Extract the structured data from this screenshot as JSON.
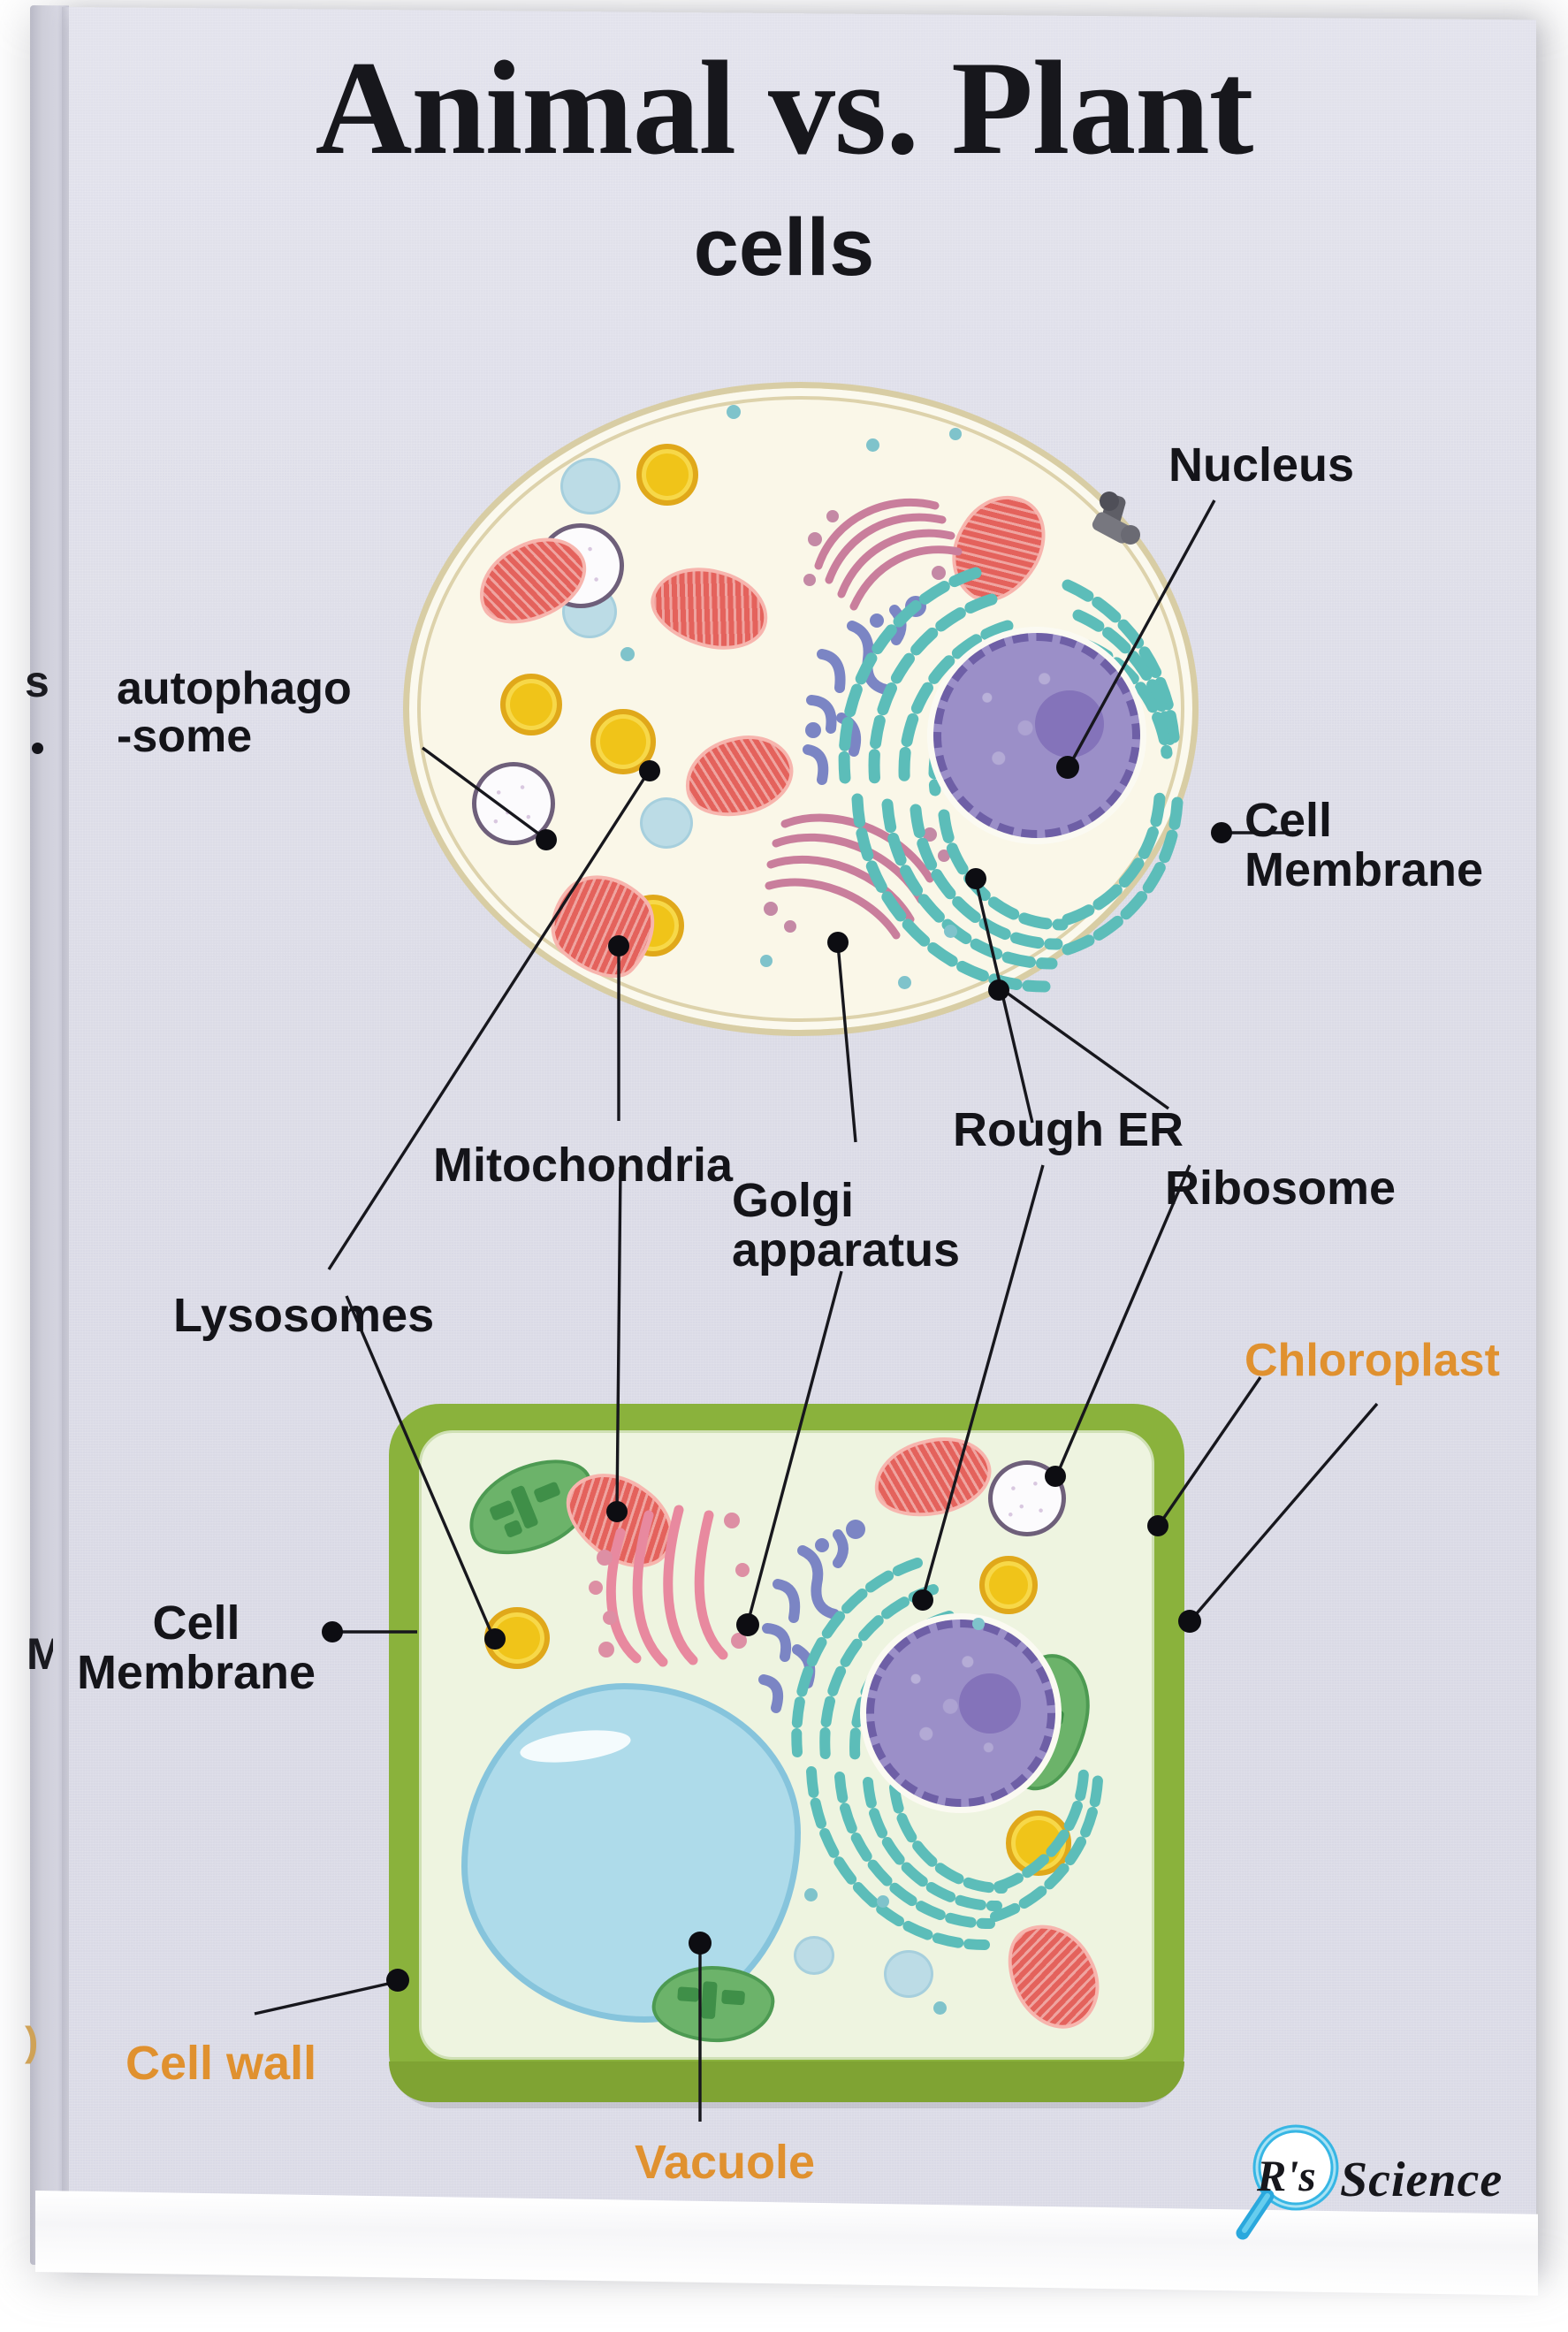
{
  "poster": {
    "title_main": "Animal vs. Plant",
    "title_sub": "cells",
    "background_color": "#dcdce7",
    "accent_orange": "#e0912f",
    "label_color": "#141419"
  },
  "animal_cell": {
    "fill_color": "#faf7e8",
    "border_color": "#d8cda4",
    "labels": [
      {
        "id": "autophagosome",
        "text": "autophago\n-some",
        "color": "#141419"
      },
      {
        "id": "nucleus",
        "text": "Nucleus",
        "color": "#141419"
      },
      {
        "id": "cell-membrane",
        "text": "Cell\nMembrane",
        "color": "#141419"
      }
    ],
    "organelles": [
      "mitochondria",
      "lysosomes",
      "autophagosome",
      "golgi-apparatus",
      "rough-er",
      "smooth-er",
      "nucleus",
      "nucleolus",
      "centrioles",
      "ribosomes",
      "peroxisomes"
    ]
  },
  "shared_labels": [
    {
      "id": "lysosomes",
      "text": "Lysosomes"
    },
    {
      "id": "mitochondria",
      "text": "Mitochondria"
    },
    {
      "id": "golgi",
      "text": "Golgi\napparatus"
    },
    {
      "id": "rough-er",
      "text": "Rough ER"
    },
    {
      "id": "ribosome",
      "text": "Ribosome"
    }
  ],
  "plant_cell": {
    "wall_color": "#8ab23c",
    "cytoplasm_color": "#eef4e0",
    "vacuole_color": "#aedbea",
    "chloroplast_color": "#6cb36a",
    "labels": [
      {
        "id": "chloroplast",
        "text": "Chloroplast",
        "color": "#e0912f"
      },
      {
        "id": "cell-membrane",
        "text": "Cell\nMembrane",
        "color": "#141419"
      },
      {
        "id": "cell-wall",
        "text": "Cell wall",
        "color": "#e0912f"
      },
      {
        "id": "vacuole",
        "text": "Vacuole",
        "color": "#e0912f"
      }
    ],
    "organelles": [
      "cell-wall",
      "cell-membrane",
      "vacuole",
      "chloroplasts",
      "mitochondria",
      "lysosomes",
      "golgi-apparatus",
      "rough-er",
      "smooth-er",
      "nucleus",
      "nucleolus",
      "peroxisomes",
      "ribosomes"
    ]
  },
  "edge_glyphs": {
    "left_top": "s",
    "left_mid": "M",
    "left_bottom": ")"
  },
  "logo": {
    "mark": "R's",
    "word": "Science",
    "icon": "magnifier-icon",
    "icon_color": "#1ca5d8"
  }
}
